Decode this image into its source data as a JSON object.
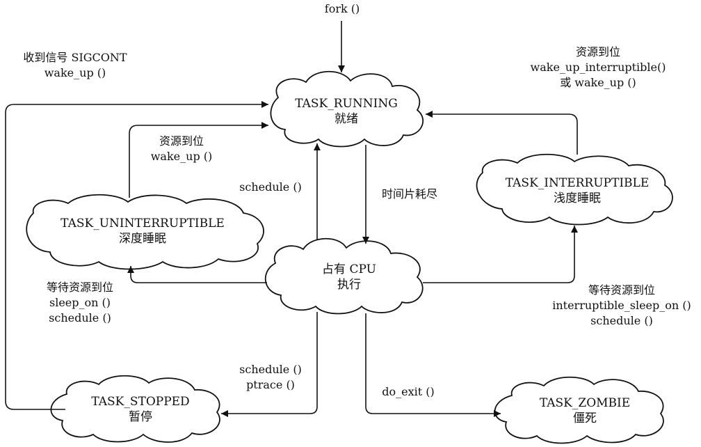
{
  "nodes": {
    "running": {
      "line1": "TASK_RUNNING",
      "line2": "就绪"
    },
    "cpu": {
      "line1": "占有 CPU",
      "line2": "执行"
    },
    "uninterruptible": {
      "line1": "TASK_UNINTERRUPTIBLE",
      "line2": "深度睡眠"
    },
    "interruptible": {
      "line1": "TASK_INTERRUPTIBLE",
      "line2": "浅度睡眠"
    },
    "stopped": {
      "line1": "TASK_STOPPED",
      "line2": "暂停"
    },
    "zombie": {
      "line1": "TASK_ZOMBIE",
      "line2": "僵死"
    }
  },
  "edges": {
    "fork": "fork ()",
    "sigcont": {
      "line1": "收到信号 SIGCONT",
      "line2": "wake_up ()"
    },
    "wake_interruptible": {
      "line1": "资源到位",
      "line2": "wake_up_interruptible()",
      "line3": "或 wake_up ()"
    },
    "wake_uninterruptible": {
      "line1": "资源到位",
      "line2": "wake_up ()"
    },
    "schedule_to_running": "schedule ()",
    "timeslice": "时间片耗尽",
    "sleep_on": {
      "line1": "等待资源到位",
      "line2": "sleep_on ()",
      "line3": "schedule ()"
    },
    "interruptible_sleep_on": {
      "line1": "等待资源到位",
      "line2": "interruptible_sleep_on ()",
      "line3": "schedule ()"
    },
    "ptrace": {
      "line1": "schedule ()",
      "line2": "ptrace ()"
    },
    "do_exit": "do_exit ()"
  }
}
